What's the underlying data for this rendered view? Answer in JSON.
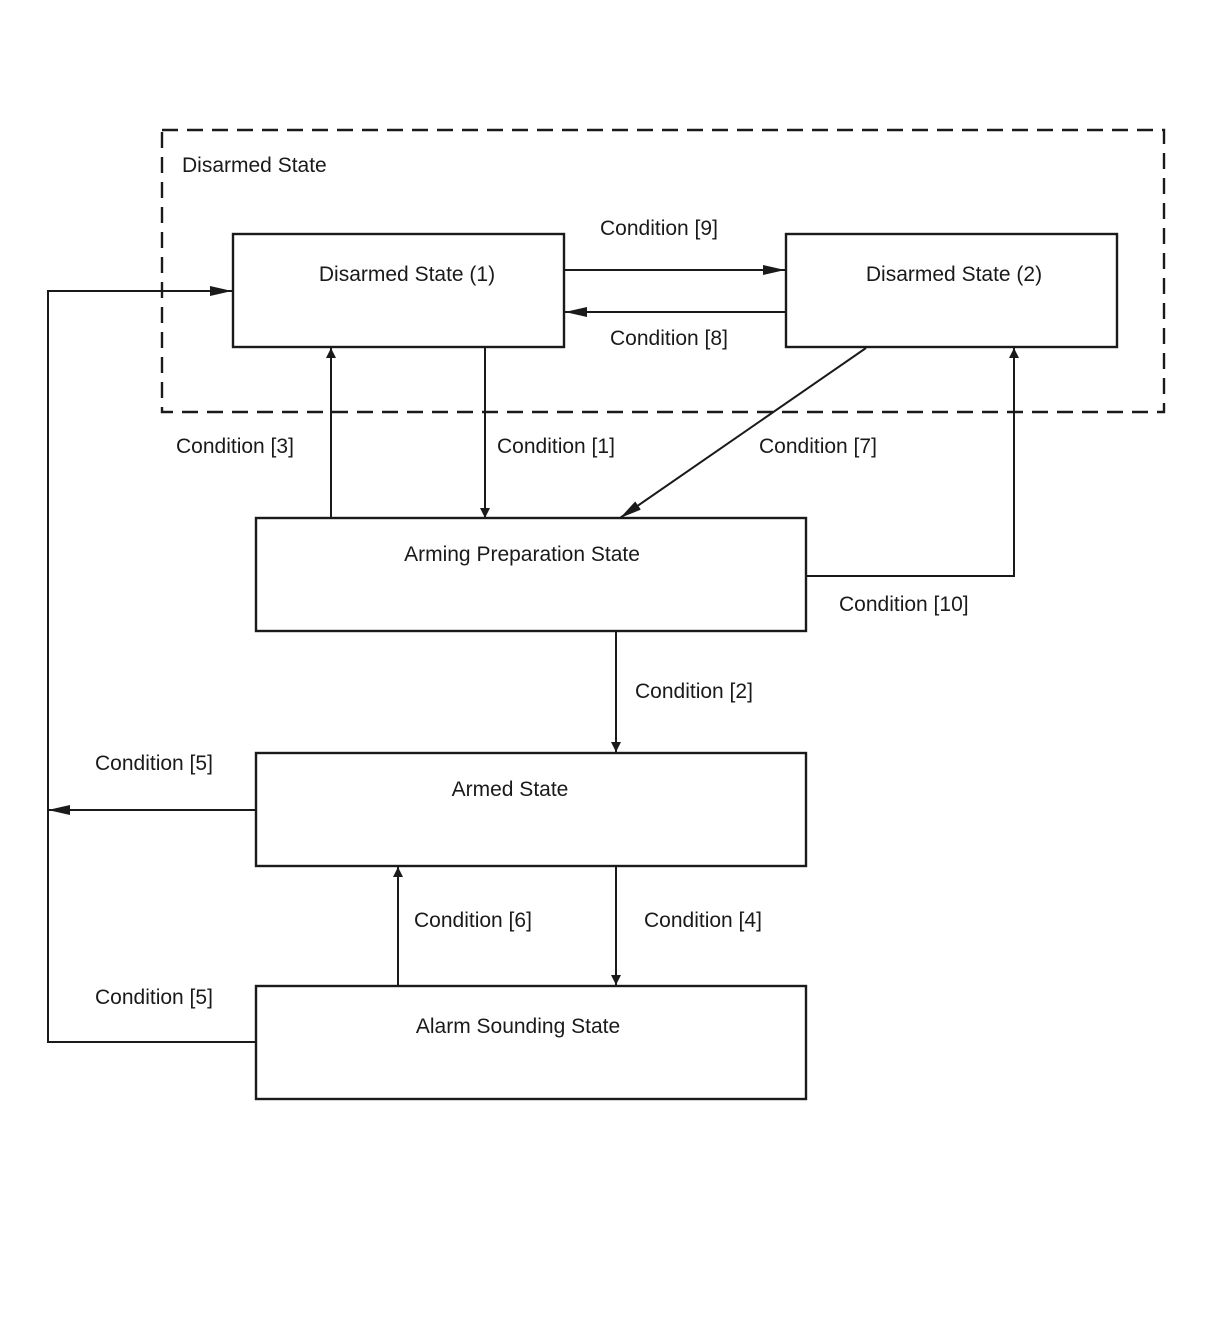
{
  "diagram": {
    "group": {
      "label": "Disarmed State"
    },
    "states": {
      "disarmed_1": "Disarmed State (1)",
      "disarmed_2": "Disarmed State (2)",
      "arming_preparation": "Arming Preparation State",
      "armed": "Armed State",
      "alarm_sounding": "Alarm Sounding State"
    },
    "conditions": {
      "c1": "Condition [1]",
      "c2": "Condition [2]",
      "c3": "Condition [3]",
      "c4": "Condition [4]",
      "c5_armed": "Condition [5]",
      "c5_alarm": "Condition [5]",
      "c6": "Condition [6]",
      "c7": "Condition [7]",
      "c8": "Condition [8]",
      "c9": "Condition [9]",
      "c10": "Condition [10]"
    }
  }
}
